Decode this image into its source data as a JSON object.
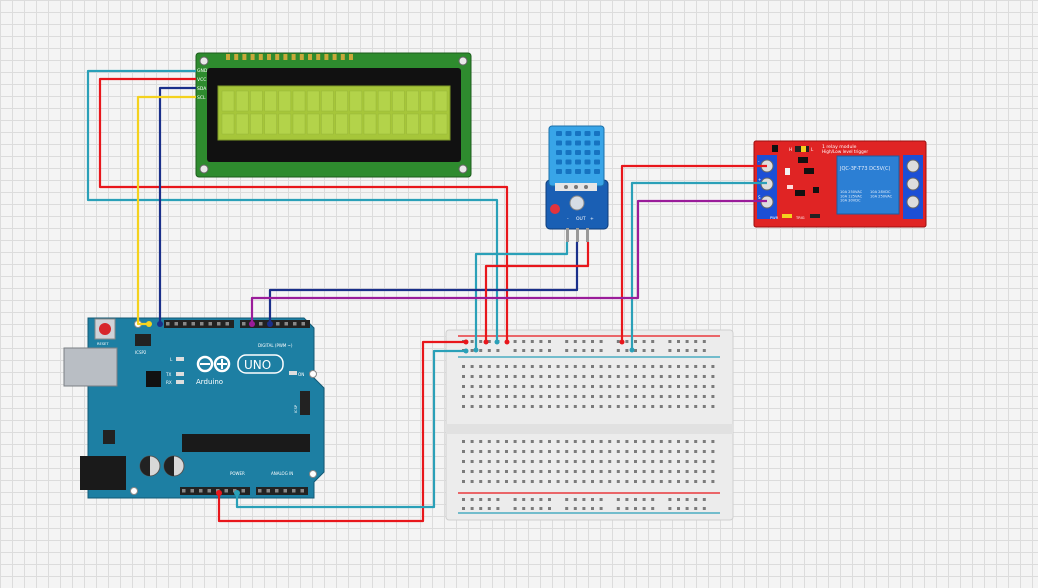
{
  "lcd": {
    "pins": [
      "GND",
      "VCC",
      "SDA",
      "SCL"
    ]
  },
  "dht": {
    "pins": [
      "-",
      "OUT",
      "+"
    ]
  },
  "relay": {
    "title_line1": "1 relay module",
    "title_line2": "High/Low level trigger",
    "relay_text": "JQC-3F-T73  DC5V(C)",
    "rating_left": "10A 250VAC\n10A 125VAC\n10A 30VDC",
    "rating_right": "10A 28VDC\n10A 250VAC",
    "left_pins": [
      "-",
      "+",
      "S"
    ],
    "jumper_labels": [
      "H",
      "L"
    ],
    "pwr_label": "PWR",
    "trig_label": "TRIG"
  },
  "arduino": {
    "reset_label": "RESET",
    "brand": "UNO",
    "brand_sub": "Arduino",
    "on_label": "ON",
    "tx_label": "TX",
    "rx_label": "RX",
    "l_label": "L",
    "icsp_label": "ICSP2",
    "digital_label": "DIGITAL (PWM ~)",
    "power_label": "POWER",
    "analog_label": "ANALOG IN",
    "icsp2_label": "ICSP"
  },
  "breadboard": {
    "columns": 30
  },
  "colors": {
    "wire_red": "#e8161b",
    "wire_teal": "#2aa0b8",
    "wire_yellow": "#f4d21e",
    "wire_navy": "#1a2f8a",
    "wire_purple": "#9a1c9a",
    "lcd_pcb": "#2e8b2e",
    "lcd_screen": "#a6c63a",
    "dht_body": "#1a74d6",
    "relay_pcb": "#e02424",
    "arduino_pcb": "#1d7fa3"
  }
}
